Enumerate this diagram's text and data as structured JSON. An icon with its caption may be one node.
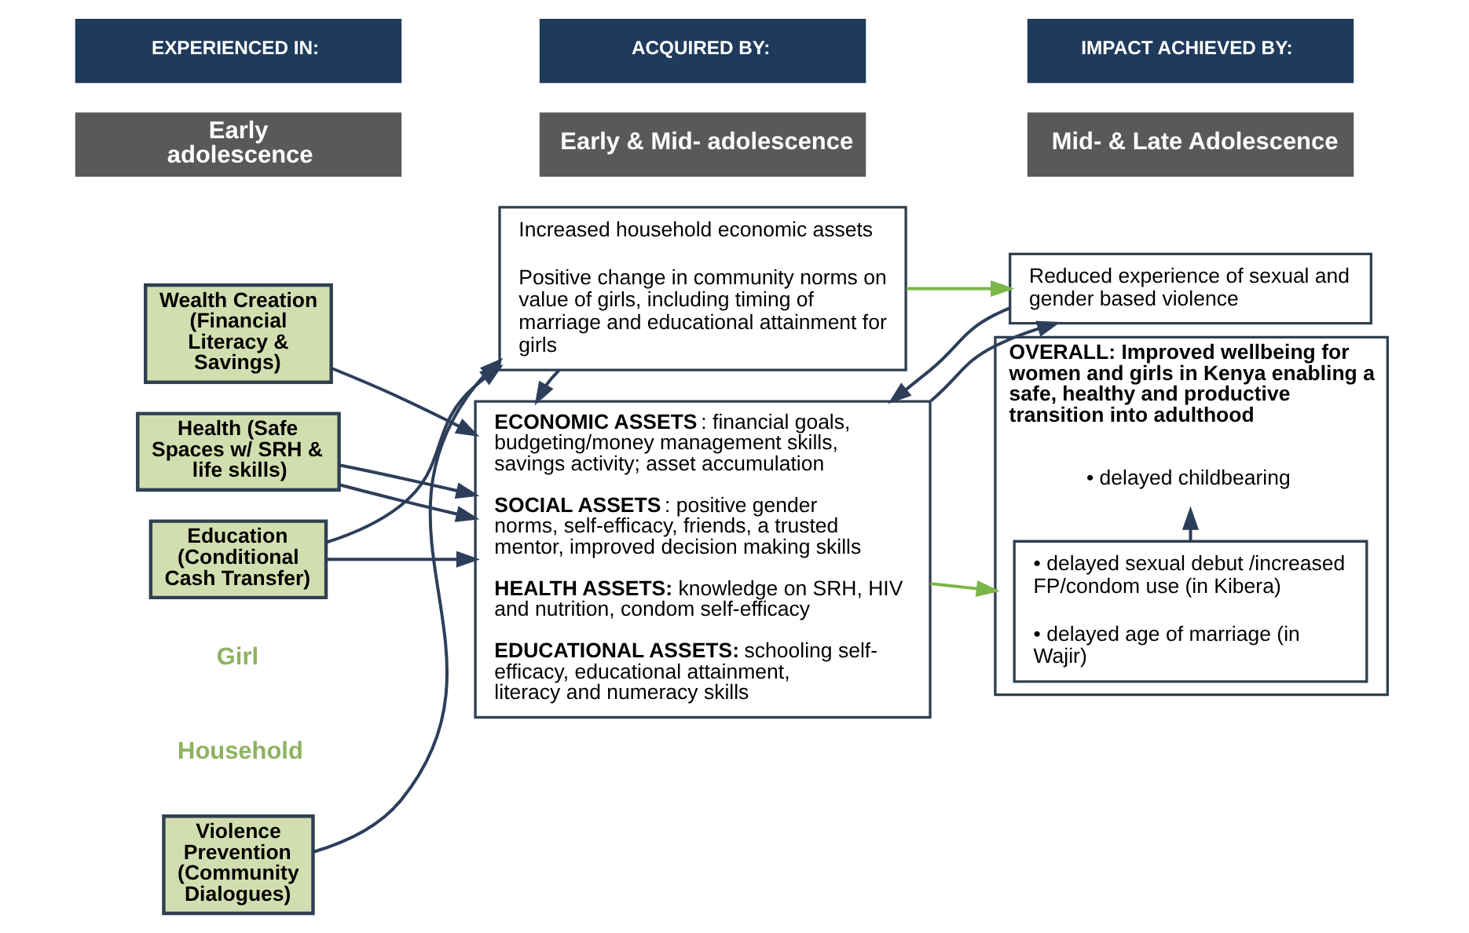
{
  "diagram": {
    "nodes": [
      {
        "text": [
          "EXPERIENCED IN:"
        ]
      },
      {
        "text": [
          "Early adolescence"
        ]
      },
      {
        "text": [
          "ACQUIRED BY:"
        ]
      },
      {
        "text": [
          "Early & Mid- adolescence"
        ]
      },
      {
        "text": [
          "IMPACT ACHIEVED BY:"
        ]
      },
      {
        "text": [
          "Mid- & Late Adolescence"
        ]
      },
      {
        "text": [
          "Wealth Creation (Financial Literacy & Savings)"
        ]
      },
      {
        "text": [
          "Health (Safe Spaces w/ SRH & life skills)"
        ]
      },
      {
        "text": [
          "Education (Conditional Cash Transfer)"
        ]
      },
      {
        "text": [
          "Violence Prevention (Community Dialogues)"
        ]
      },
      {
        "text": [
          "**ECONOMIC ASSETS**: financial goals, budgeting/money management skills, savings activity; asset accumulation",
          "**SOCIAL ASSETS**: positive gender norms, self-efficacy, friends, a trusted mentor, improved decision making skills",
          "**HEALTH ASSETS:** knowledge on SRH, HIV and nutrition, condom self-efficacy",
          "**EDUCATIONAL ASSETS:** schooling self-efficacy, educational attainment, literacy and numeracy skills"
        ]
      },
      {
        "text": [
          "Increased household economic assets",
          "Positive change in community norms on value of girls, including timing of marriage and educational attainment for girls"
        ]
      },
      {
        "text": [
          "OVERALL: Improved wellbeing for women and girls in Kenya enabling a safe, healthy and productive transition into adulthood"
        ]
      },
      {
        "text": [
          "• delayed sexual debut /increased FP/condom use (in Kibera)",
          "• delayed age of marriage (in Wajir)"
        ],
        "in": 12
      },
      {
        "text": [
          "• delayed childbearing"
        ],
        "in": 12
      },
      {
        "text": [
          "Reduced experience of sexual and gender based violence"
        ]
      }
    ],
    "edges": [
      {
        "from": 6,
        "to": 10,
        "arrow": "to"
      },
      {
        "from": 7,
        "to": 10,
        "arrow": "to"
      },
      {
        "from": 7,
        "to": 10,
        "arrow": "to"
      },
      {
        "from": 8,
        "to": 10,
        "arrow": "to"
      },
      {
        "from": 8,
        "to": 11,
        "arrow": "to"
      },
      {
        "from": 9,
        "to": 11,
        "arrow": "to"
      },
      {
        "from": 11,
        "to": 10,
        "arrow": "to"
      },
      {
        "from": 10,
        "to": 12,
        "arrow": "to",
        "color": "#7ab648"
      },
      {
        "from": 13,
        "to": 14,
        "arrow": "to"
      },
      {
        "from": 11,
        "to": 15,
        "arrow": "to",
        "color": "#7ab648"
      },
      {
        "from": 10,
        "to": 15,
        "arrow": "to"
      },
      {
        "from": 15,
        "to": 10,
        "arrow": "to"
      }
    ],
    "labels": [
      "Girl",
      "Household"
    ]
  }
}
